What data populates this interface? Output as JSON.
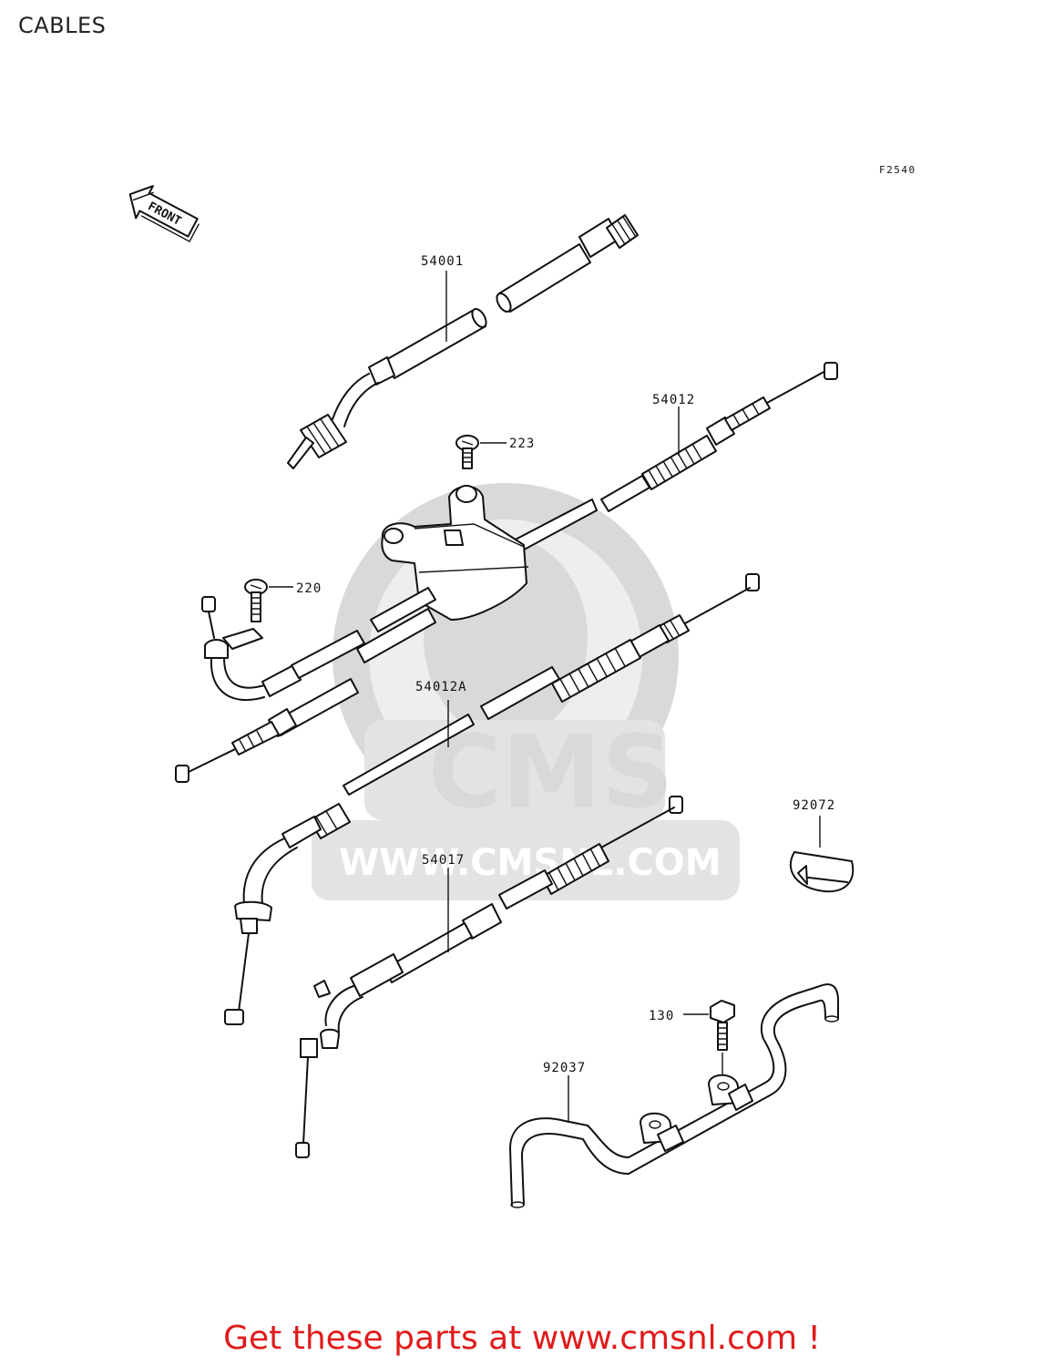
{
  "title": "CABLES",
  "ref_code": "F2540",
  "front_marker": "FRONT",
  "watermark": {
    "logo": "CMS",
    "url": "WWW.CMSNL.COM"
  },
  "parts": [
    {
      "id": "p54001",
      "number": "54001"
    },
    {
      "id": "p54012",
      "number": "54012"
    },
    {
      "id": "p223",
      "number": "223"
    },
    {
      "id": "p220",
      "number": "220"
    },
    {
      "id": "p54012A",
      "number": "54012A"
    },
    {
      "id": "p92072",
      "number": "92072"
    },
    {
      "id": "p54017",
      "number": "54017"
    },
    {
      "id": "p130",
      "number": "130"
    },
    {
      "id": "p92037",
      "number": "92037"
    }
  ],
  "footer": {
    "text": "Get these parts at www.cmsnl.com !",
    "color": "#e01b1b"
  }
}
